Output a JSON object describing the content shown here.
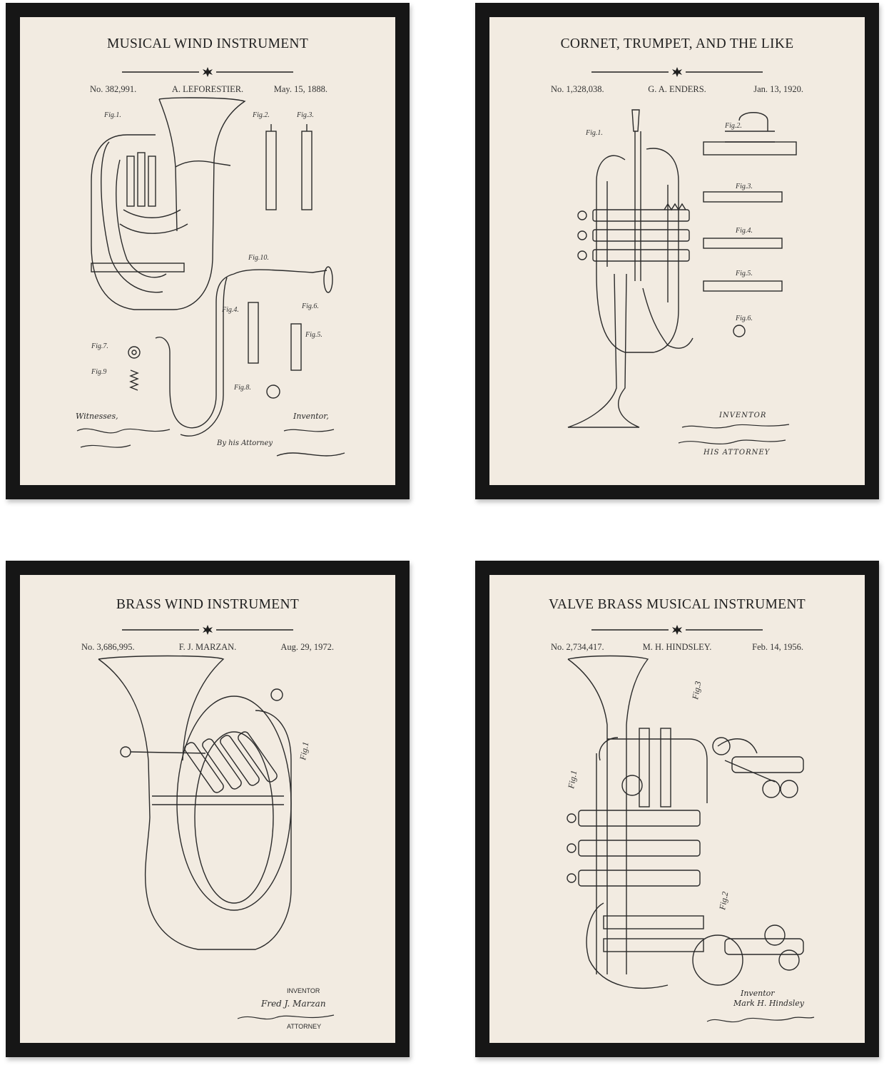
{
  "colors": {
    "frame": "#161616",
    "paper": "#f2ebe1",
    "ink": "#1f1f1f"
  },
  "posters": [
    {
      "title": "MUSICAL WIND INSTRUMENT",
      "number": "No. 382,991.",
      "inventor": "A. LEFORESTIER.",
      "date": "May. 15, 1888.",
      "figures": [
        "Fig.1.",
        "Fig.2.",
        "Fig.3.",
        "Fig.4.",
        "Fig.5.",
        "Fig.6.",
        "Fig.7.",
        "Fig.8.",
        "Fig.9",
        "Fig.10."
      ],
      "sig_left": "Witnesses,",
      "sig_right": "Inventor,",
      "sig_attorney": "By his Attorney"
    },
    {
      "title": "CORNET, TRUMPET, AND THE LIKE",
      "number": "No. 1,328,038.",
      "inventor": "G. A. ENDERS.",
      "date": "Jan. 13, 1920.",
      "figures": [
        "Fig.1.",
        "Fig.2.",
        "Fig.3.",
        "Fig.4.",
        "Fig.5.",
        "Fig.6."
      ],
      "sig_inventor": "INVENTOR",
      "sig_attorney": "HIS ATTORNEY"
    },
    {
      "title": "BRASS WIND INSTRUMENT",
      "number": "No. 3,686,995.",
      "inventor": "F. J. MARZAN.",
      "date": "Aug. 29, 1972.",
      "figures": [
        "Fig.1"
      ],
      "sig_inventor": "INVENTOR",
      "sig_name": "Fred J. Marzan",
      "sig_attorney": "ATTORNEY"
    },
    {
      "title": "VALVE BRASS MUSICAL INSTRUMENT",
      "number": "No. 2,734,417.",
      "inventor": "M. H. HINDSLEY.",
      "date": "Feb. 14, 1956.",
      "figures": [
        "Fig.1",
        "Fig.2",
        "Fig.3"
      ],
      "sig_inventor": "Inventor",
      "sig_name": "Mark H. Hindsley"
    }
  ]
}
